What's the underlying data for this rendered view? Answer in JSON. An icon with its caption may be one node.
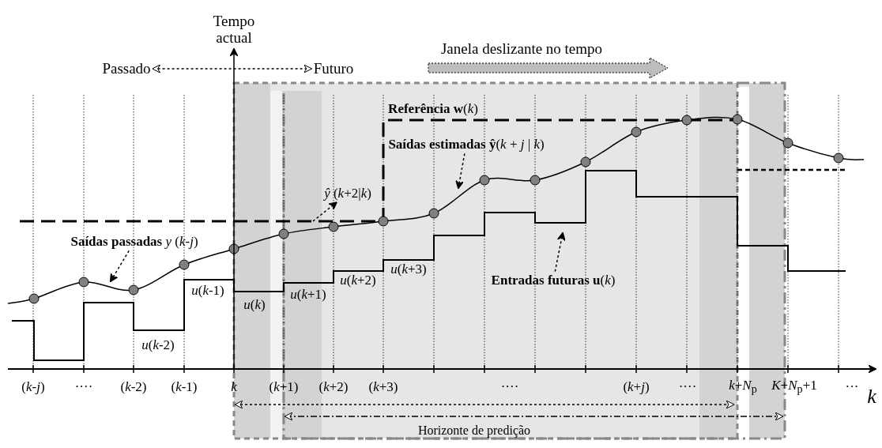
{
  "diagram": {
    "nodes": [
      {
        "text": [
          "Passado"
        ]
      },
      {
        "text": [
          "Futuro"
        ]
      },
      {
        "text": [
          "**Saídas passadas** *y* (*k*-*j*)"
        ]
      },
      {
        "text": [
          "*ŷ* (*k*+2|*k*)"
        ]
      },
      {
        "text": [
          "**Saídas estimadas ŷ**(*k* + *j* | *k*)"
        ]
      },
      {
        "text": [
          "**Entradas futuras u**(*k*)"
        ]
      }
    ],
    "edges": [
      {
        "from": 0,
        "to": 1,
        "arrow": "both",
        "style": "dashed"
      },
      {
        "from": 2,
        "to": null,
        "arrow": "to",
        "style": "dashed"
      },
      {
        "from": null,
        "to": 3,
        "arrow": "to",
        "style": "dashed"
      },
      {
        "from": 4,
        "to": null,
        "arrow": "to",
        "style": "dashed"
      },
      {
        "from": 5,
        "to": null,
        "arrow": "to",
        "style": "dashed"
      }
    ],
    "labels": [
      "Tempo actual",
      "Janela deslizante no tempo",
      "**Referência w**(*k*)",
      "*u*(*k*-1)",
      "*u*(*k*)",
      "*u*(*k*+1)",
      "*u*(*k*+2)",
      "*u*(*k*+3)",
      "*u*(*k*-2)",
      "(*k*-*j*)",
      "····",
      "(*k*-2)",
      "(*k*-1)",
      "*k*",
      "(*k*+1)",
      "(*k*+2)",
      "(*k*+3)",
      "····",
      "(*k*+*j*)",
      "····",
      "*k*+*N*$_{p}$",
      "*K*+*N*$_{p}$+1",
      "···",
      "*k*",
      "Horizonte de predição"
    ]
  }
}
